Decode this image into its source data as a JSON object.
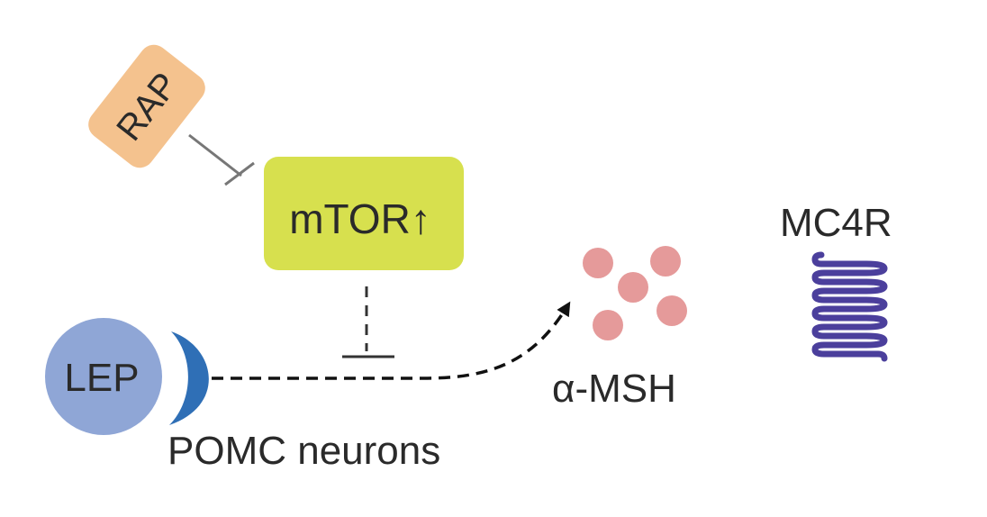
{
  "nodes": {
    "rap": {
      "label": "RAP",
      "color": "#f4c28e"
    },
    "mtor": {
      "label": "mTOR",
      "arrow_symbol": "↑",
      "color": "#d7e04e"
    },
    "lep": {
      "label": "LEP",
      "color": "#8fa6d6"
    },
    "receptor": {
      "color": "#2f6fb6"
    },
    "pomc": {
      "label": "POMC neurons"
    },
    "alpha_msh": {
      "label": "α-MSH",
      "particle_color": "#e59a9a"
    },
    "mc4r": {
      "label": "MC4R",
      "color": "#4b3f9c"
    }
  },
  "edges": {
    "rap_inhibits_mtor": {
      "style": "solid",
      "color": "#777777",
      "type": "inhibition"
    },
    "mtor_inhibits_pathway": {
      "style": "dashed",
      "color": "#333333",
      "type": "inhibition"
    },
    "lep_to_alpha_msh": {
      "style": "dashed",
      "color": "#111111",
      "type": "activation"
    }
  }
}
